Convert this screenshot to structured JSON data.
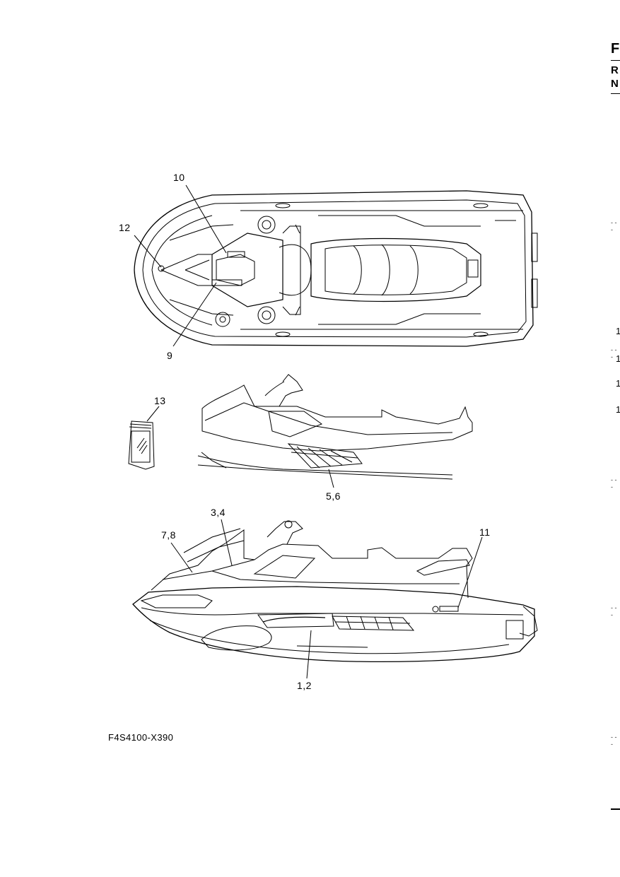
{
  "callouts": {
    "c10": "10",
    "c12": "12",
    "c9": "9",
    "c13": "13",
    "c56": "5,6",
    "c34": "3,4",
    "c78": "7,8",
    "c11": "11",
    "c12b": "1,2"
  },
  "diagram_code": "F4S4100-X390",
  "right_edge": {
    "letters": [
      "F",
      "R",
      "N"
    ],
    "numbers": [
      "1",
      "1",
      "1",
      "1"
    ],
    "marks": [
      "- - -",
      "- - -",
      "- - -",
      "- - -"
    ]
  }
}
